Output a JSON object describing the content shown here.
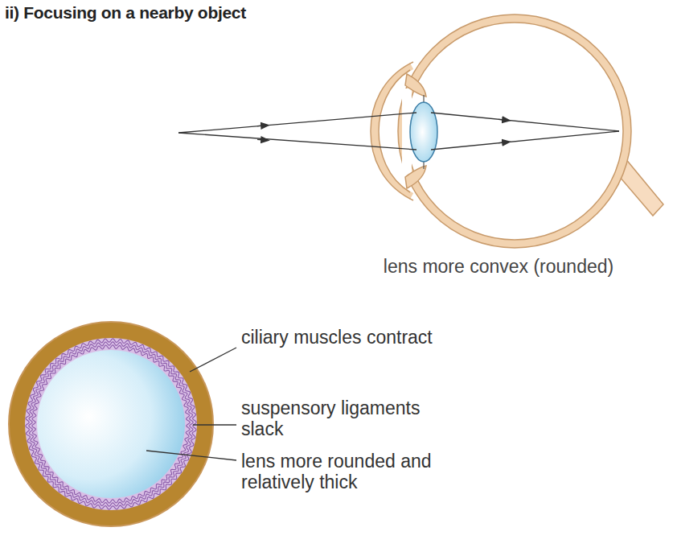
{
  "diagram": {
    "title": "ii) Focusing on a nearby object",
    "labels": [
      "lens more convex (rounded)",
      "ciliary muscles contract",
      "suspensory ligaments slack",
      "lens more rounded and relatively thick"
    ]
  }
}
